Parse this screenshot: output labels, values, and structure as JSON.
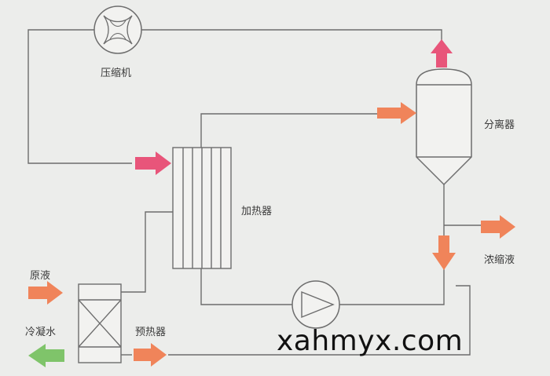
{
  "labels": {
    "compressor": "压缩机",
    "separator": "分离器",
    "heater": "加热器",
    "concentrate": "浓缩液",
    "raw_liquid": "原液",
    "condensate": "冷凝水",
    "preheater": "预热器"
  },
  "watermark": "xahmyx.com",
  "colors": {
    "steam_arrow": "#e8557a",
    "liquid_arrow": "#f0845a",
    "condensate_arrow": "#7fc46a",
    "line": "#6d6d6d",
    "background": "#ecedeb"
  }
}
